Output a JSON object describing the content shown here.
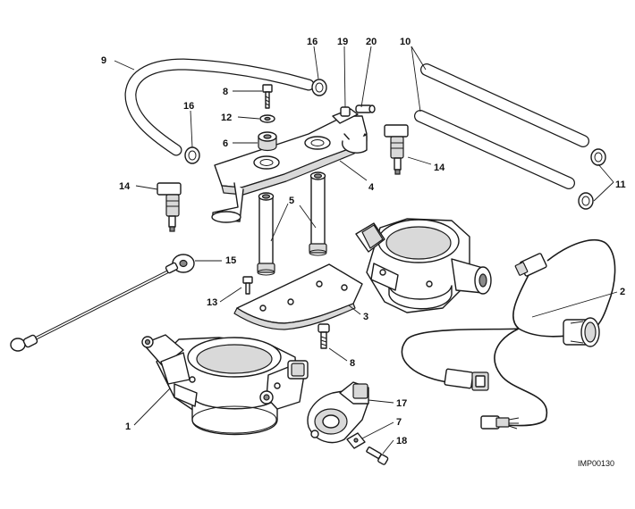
{
  "callouts": {
    "c1": "1",
    "c2": "2",
    "c3": "3",
    "c4": "4",
    "c5": "5",
    "c6": "6",
    "c7": "7",
    "c8a": "8",
    "c8b": "8",
    "c9": "9",
    "c10": "10",
    "c11": "11",
    "c12": "12",
    "c13": "13",
    "c14a": "14",
    "c14b": "14",
    "c15": "15",
    "c16a": "16",
    "c16b": "16",
    "c17": "17",
    "c18": "18",
    "c19": "19",
    "c20": "20"
  },
  "image_code": "IMP00130"
}
